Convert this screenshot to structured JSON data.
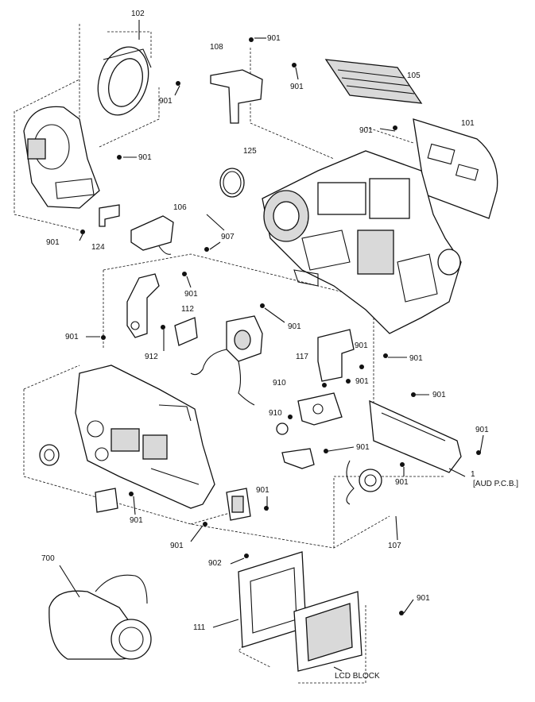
{
  "labels": {
    "p102": "102",
    "p108": "108",
    "p105": "105",
    "p101": "101",
    "p125": "125",
    "p106": "106",
    "p124": "124",
    "p907": "907",
    "p112": "112",
    "p912": "912",
    "p117": "117",
    "p910a": "910",
    "p910b": "910",
    "p1": "1",
    "aud_pcb": "[AUD P.C.B.]",
    "p107": "107",
    "p700": "700",
    "p902": "902",
    "p111": "111",
    "lcd_block": "LCD BLOCK",
    "s901": [
      "901",
      "901",
      "901",
      "901",
      "901",
      "901",
      "901",
      "901",
      "901",
      "901",
      "901",
      "901",
      "901",
      "901",
      "901",
      "901",
      "901",
      "901",
      "901",
      "901"
    ]
  }
}
